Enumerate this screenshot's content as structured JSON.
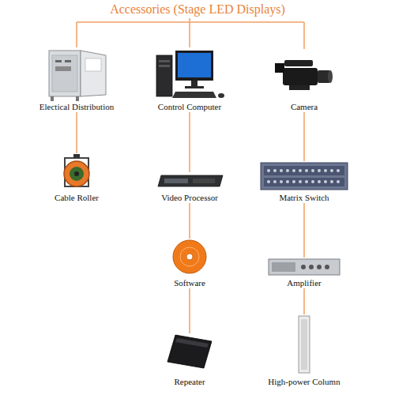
{
  "diagram": {
    "title": "Accessories (Stage LED Displays)",
    "nodes": [
      {
        "text": [
          "Electical Distribution"
        ]
      },
      {
        "text": [
          "Control Computer"
        ]
      },
      {
        "text": [
          "Camera"
        ]
      },
      {
        "text": [
          "Cable Roller"
        ]
      },
      {
        "text": [
          "Video Processor"
        ]
      },
      {
        "text": [
          "Matrix Switch"
        ]
      },
      {
        "text": [
          "Software"
        ]
      },
      {
        "text": [
          "Amplifier"
        ]
      },
      {
        "text": [
          "Repeater"
        ]
      },
      {
        "text": [
          "High-power Column"
        ]
      }
    ],
    "edges": [
      {
        "from": 0,
        "to": 3,
        "arrow": "none"
      },
      {
        "from": 1,
        "to": 4,
        "arrow": "none"
      },
      {
        "from": 4,
        "to": 6,
        "arrow": "none"
      },
      {
        "from": 6,
        "to": 8,
        "arrow": "none"
      },
      {
        "from": 2,
        "to": 5,
        "arrow": "none"
      },
      {
        "from": 5,
        "to": 7,
        "arrow": "none"
      },
      {
        "from": 7,
        "to": 9,
        "arrow": "none"
      }
    ]
  }
}
